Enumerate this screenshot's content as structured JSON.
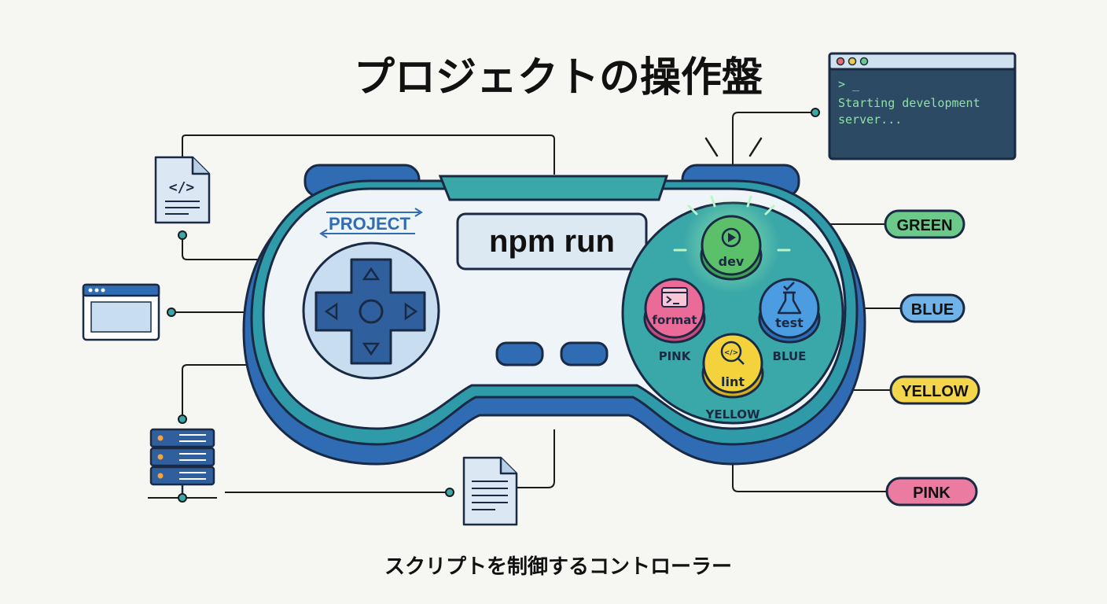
{
  "title": "プロジェクトの操作盤",
  "caption": "スクリプトを制御するコントローラー",
  "controller": {
    "brand": "PROJECT",
    "screen_label": "npm run"
  },
  "buttons": {
    "dev": {
      "label": "dev",
      "color": "#5cbf6a"
    },
    "test": {
      "label": "test",
      "color": "#4b9ce0",
      "under": "BLUE"
    },
    "format": {
      "label": "format",
      "color": "#ea6b98",
      "under": "PINK"
    },
    "lint": {
      "label": "lint",
      "color": "#f3d23b",
      "under": "YELLOW"
    }
  },
  "terminal": {
    "prompt": "> _",
    "line1": "Starting development",
    "line2": "server..."
  },
  "tags": {
    "green": {
      "label": "GREEN",
      "color": "#6cc98a"
    },
    "blue": {
      "label": "BLUE",
      "color": "#6fb3e8"
    },
    "yellow": {
      "label": "YELLOW",
      "color": "#f4d64c"
    },
    "pink": {
      "label": "PINK",
      "color": "#eb7ba0"
    }
  },
  "file_icon_text": "</>",
  "colors": {
    "outline": "#1a2a44",
    "shell_dark": "#2f6cb3",
    "shell_mid": "#2f9aa8",
    "shell_light": "#eef4f8",
    "dpad_bg": "#c9ddf0",
    "dpad": "#2f5f9c",
    "face_area": "#3aa7a8",
    "terminal_bg": "#2c4a63",
    "terminal_text": "#8fe0a9"
  }
}
